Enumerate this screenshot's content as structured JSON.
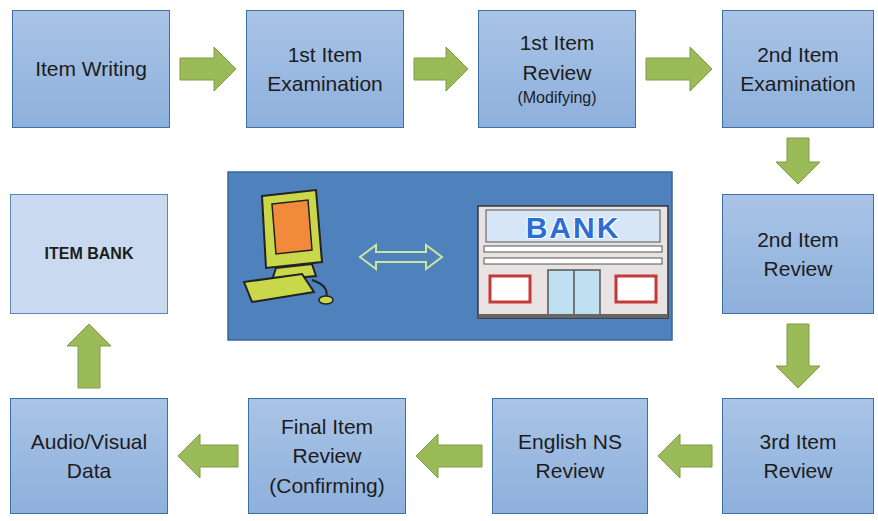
{
  "diagram": {
    "nodes": [
      {
        "text": [
          "Item Writing"
        ]
      },
      {
        "text": [
          "1st Item Examination"
        ]
      },
      {
        "text": [
          "1st Item Review",
          "(Modifying)"
        ]
      },
      {
        "text": [
          "2nd Item Examination"
        ]
      },
      {
        "text": [
          "2nd Item Review"
        ]
      },
      {
        "text": [
          "3rd Item Review"
        ]
      },
      {
        "text": [
          "English NS Review"
        ]
      },
      {
        "text": [
          "Final Item Review (Confirming)"
        ]
      },
      {
        "text": [
          "Audio/Visual Data"
        ]
      },
      {
        "text": [
          "ITEM BANK"
        ]
      }
    ],
    "edges": [
      {
        "from": 0,
        "to": 1,
        "arrow": "to"
      },
      {
        "from": 1,
        "to": 2,
        "arrow": "to"
      },
      {
        "from": 2,
        "to": 3,
        "arrow": "to"
      },
      {
        "from": 3,
        "to": 4,
        "arrow": "to"
      },
      {
        "from": 4,
        "to": 5,
        "arrow": "to"
      },
      {
        "from": 5,
        "to": 6,
        "arrow": "to"
      },
      {
        "from": 6,
        "to": 7,
        "arrow": "to"
      },
      {
        "from": 7,
        "to": 8,
        "arrow": "to"
      },
      {
        "from": 8,
        "to": 9,
        "arrow": "to"
      }
    ],
    "labels": [
      "BANK"
    ]
  }
}
